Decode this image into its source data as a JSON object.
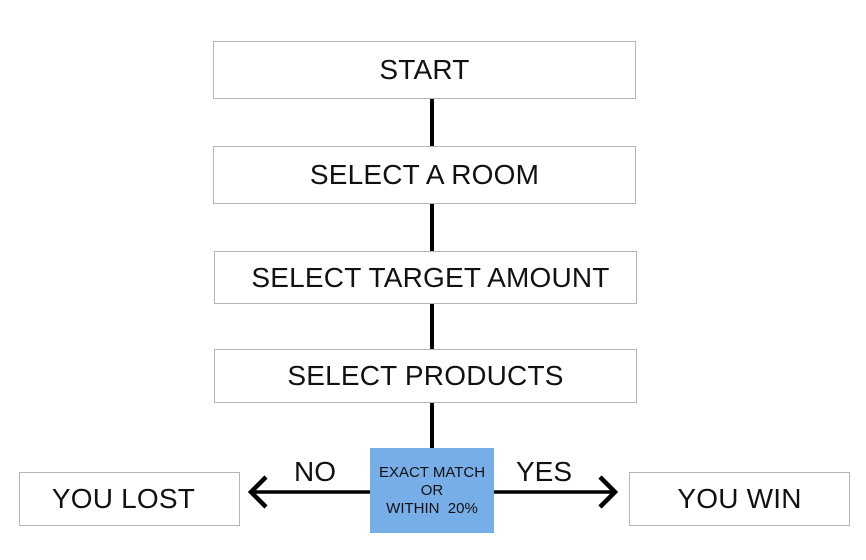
{
  "flowchart": {
    "steps": [
      {
        "label": "START"
      },
      {
        "label": "SELECT A ROOM"
      },
      {
        "label": "SELECT TARGET AMOUNT"
      },
      {
        "label": "SELECT PRODUCTS"
      }
    ],
    "decision": {
      "lines": [
        "EXACT MATCH",
        "OR",
        "WITHIN  20%"
      ],
      "fill_color": "#78aee8"
    },
    "branches": {
      "no": {
        "label": "NO",
        "outcome": "YOU LOST"
      },
      "yes": {
        "label": "YES",
        "outcome": "YOU WIN"
      }
    },
    "colors": {
      "connector": "#000000",
      "box_border": "#b5b5b5"
    }
  }
}
